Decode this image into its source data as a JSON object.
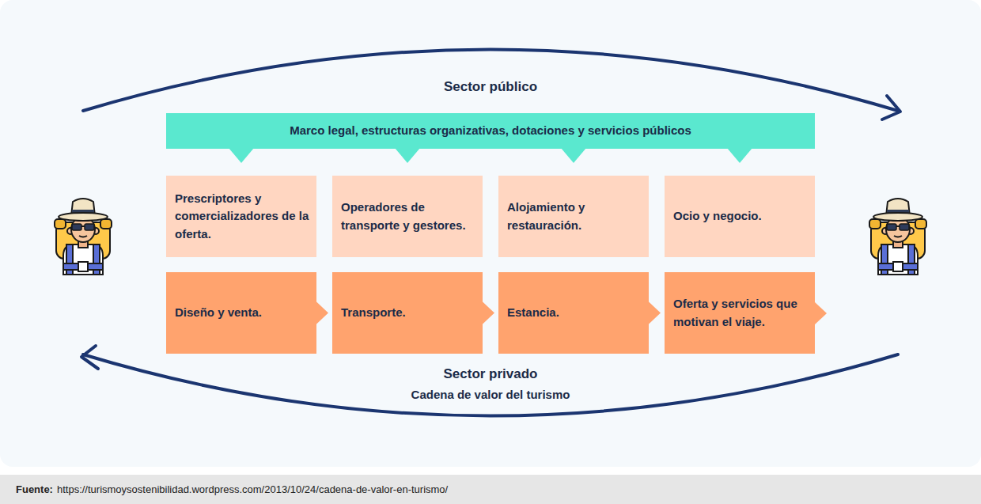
{
  "diagram": {
    "nodes": [
      {
        "text": [
          "Marco legal, estructuras organizativas, dotaciones y servicios públicos"
        ]
      },
      {
        "text": [
          "Prescriptores y comercializadores de la oferta."
        ]
      },
      {
        "text": [
          "Operadores de transporte y gestores."
        ]
      },
      {
        "text": [
          "Alojamiento y restauración."
        ]
      },
      {
        "text": [
          "Ocio y negocio."
        ]
      },
      {
        "text": [
          "Diseño y venta."
        ]
      },
      {
        "text": [
          "Transporte."
        ]
      },
      {
        "text": [
          "Estancia."
        ]
      },
      {
        "text": [
          "Oferta y servicios que motivan el viaje."
        ]
      }
    ],
    "edges": [
      {
        "from": 5,
        "to": 6,
        "arrow": "to"
      },
      {
        "from": 6,
        "to": 7,
        "arrow": "to"
      },
      {
        "from": 7,
        "to": 8,
        "arrow": "to"
      }
    ],
    "labels": [
      "Sector público",
      "Sector privado",
      "Cadena de valor del turismo",
      "Fuente:",
      "https://turismoysostenibilidad.wordpress.com/2013/10/24/cadena-de-valor-en-turismo/"
    ]
  }
}
